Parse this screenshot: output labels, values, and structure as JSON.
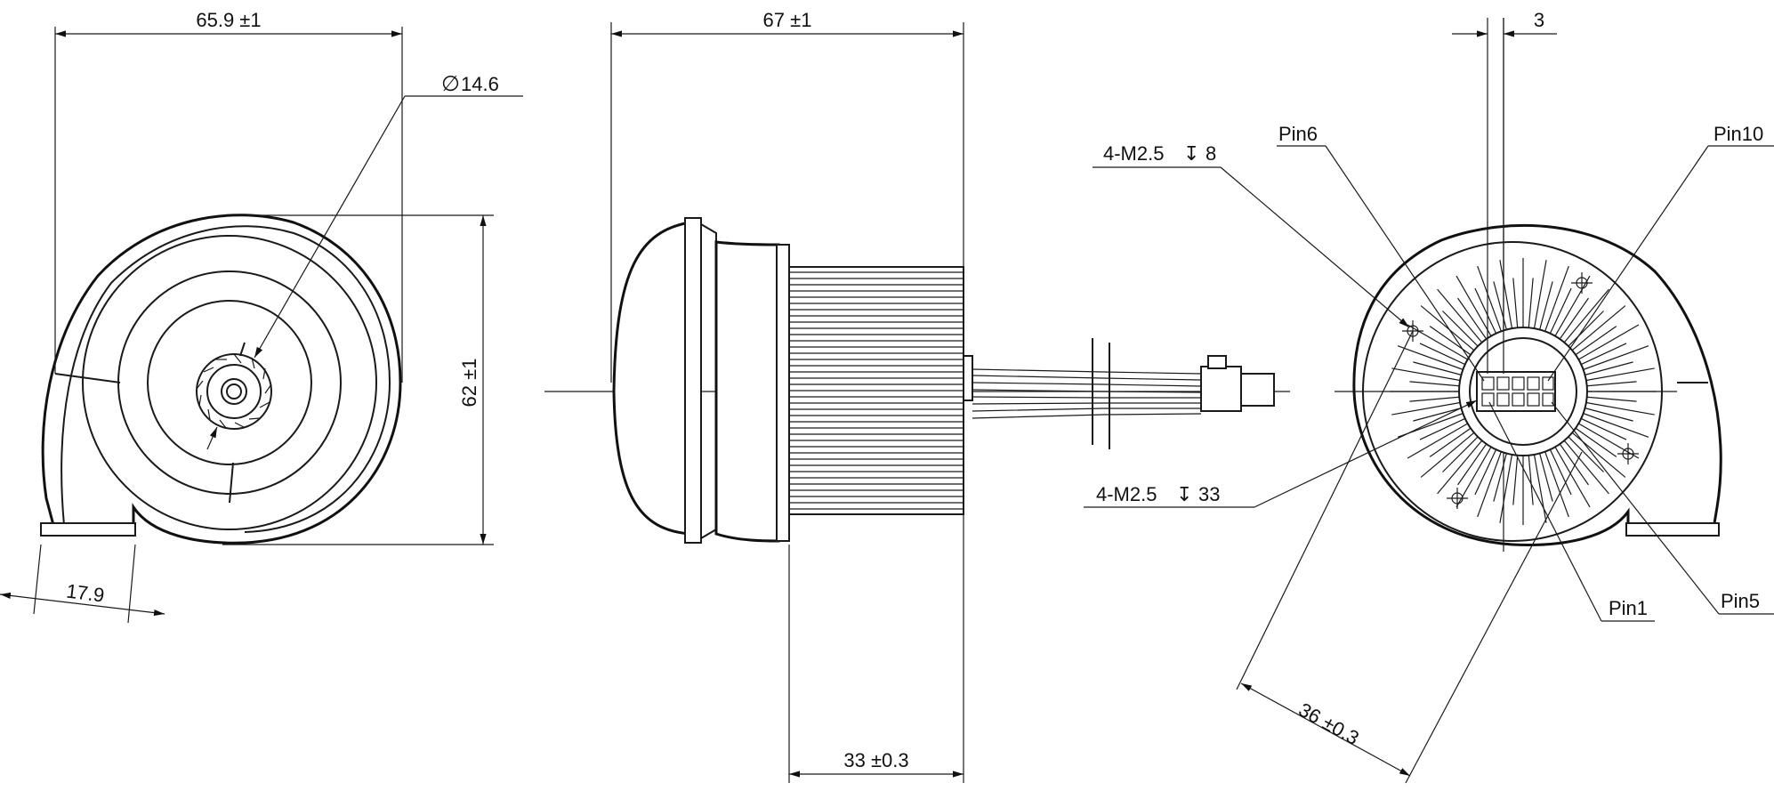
{
  "front_view": {
    "width_dim": "65.9 ±1",
    "diameter_dim": "14.6",
    "height_dim": "62 ±1",
    "outlet_dim": "17.9"
  },
  "side_view": {
    "length_dim": "67 ±1",
    "body_dim": "33 ±0.3"
  },
  "rear_view": {
    "pin_offset_dim": "3",
    "thread_top": "4-M2.5",
    "thread_top_depth": "8",
    "thread_bottom": "4-M2.5",
    "thread_bottom_depth": "33",
    "pin6": "Pin6",
    "pin10": "Pin10",
    "pin1": "Pin1",
    "pin5": "Pin5",
    "hole_spacing_dim": "36 ±0.3"
  },
  "symbols": {
    "diameter": "∅",
    "depth": "↧"
  }
}
